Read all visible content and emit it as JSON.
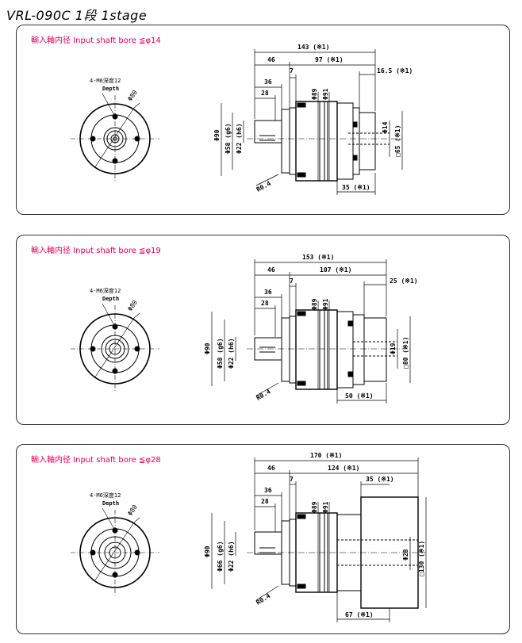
{
  "title": "VRL-090C  1段  1stage",
  "colors": {
    "bore_label": "#e0005a",
    "line": "#000000"
  },
  "panels": [
    {
      "bore_label": "輸入軸内径  Input shaft bore  ≦φ14",
      "front": {
        "hole_callout": "4-M6深度12",
        "depth": "Depth",
        "pcd": "Φ80"
      },
      "dims": {
        "total": "143 (※1)",
        "d46": "46",
        "d97": "97 (※1)",
        "d7": "7",
        "d16": "16.5 (※1)",
        "d36": "36",
        "d28": "28",
        "phi90": "Φ90",
        "phi58": "Φ58 (g6)",
        "phi22": "Φ22 (h6)",
        "phi89": "Φ89",
        "phi91": "Φ91",
        "phi_bore": "Φ14",
        "sq": "□65 (※1)",
        "r04": "R0.4",
        "bottom": "35 (※1)"
      }
    },
    {
      "bore_label": "輸入軸内径  Input shaft bore  ≦φ19",
      "front": {
        "hole_callout": "4-M6深度12",
        "depth": "Depth",
        "pcd": "Φ80"
      },
      "dims": {
        "total": "153 (※1)",
        "d46": "46",
        "d97": "107 (※1)",
        "d7": "7",
        "d16": "25 (※1)",
        "d36": "36",
        "d28": "28",
        "phi90": "Φ90",
        "phi58": "Φ58 (g6)",
        "phi22": "Φ22 (h6)",
        "phi89": "Φ89",
        "phi91": "Φ91",
        "phi_bore": "Φ19",
        "sq": "□80 (※1)",
        "r04": "R0.4",
        "bottom": "50 (※1)"
      }
    },
    {
      "bore_label": "輸入軸内径  Input shaft bore  ≦φ28",
      "front": {
        "hole_callout": "4-M6深度12",
        "depth": "Depth",
        "pcd": "Φ80"
      },
      "dims": {
        "total": "170 (※1)",
        "d46": "46",
        "d97": "124 (※1)",
        "d7": "7",
        "d16": "35 (※1)",
        "d36": "36",
        "d28": "28",
        "phi90": "Φ90",
        "phi58": "Φ66 (g6)",
        "phi22": "Φ22 (h6)",
        "phi89": "Φ89",
        "phi91": "Φ91",
        "phi_bore": "Φ28",
        "sq": "□130 (※1)",
        "r04": "R0.4",
        "bottom": "67 (※1)"
      }
    }
  ]
}
